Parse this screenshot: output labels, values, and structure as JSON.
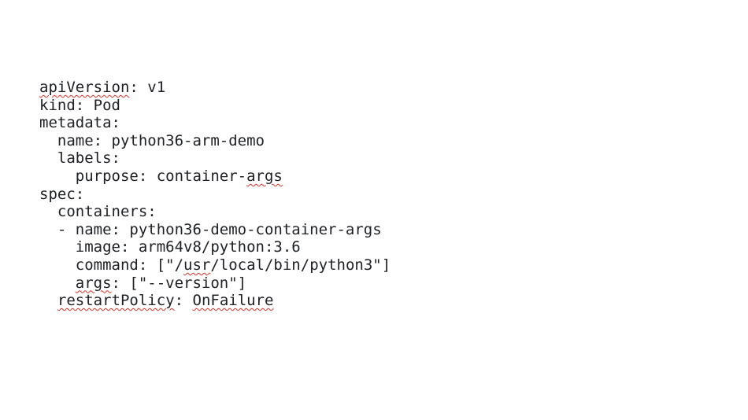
{
  "document": {
    "lines": [
      {
        "segments": [
          {
            "text": "apiVersion",
            "spell": true
          },
          {
            "text": ": v1"
          }
        ]
      },
      {
        "segments": [
          {
            "text": "kind: Pod"
          }
        ]
      },
      {
        "segments": [
          {
            "text": "metadata:"
          }
        ]
      },
      {
        "segments": [
          {
            "text": "  name: python36-arm-demo"
          }
        ]
      },
      {
        "segments": [
          {
            "text": "  labels:"
          }
        ]
      },
      {
        "segments": [
          {
            "text": "    purpose: container-"
          },
          {
            "text": "args",
            "spell": true
          }
        ]
      },
      {
        "segments": [
          {
            "text": "spec:"
          }
        ]
      },
      {
        "segments": [
          {
            "text": "  containers:"
          }
        ]
      },
      {
        "segments": [
          {
            "text": "  - name: python36-demo-container-args"
          }
        ]
      },
      {
        "segments": [
          {
            "text": "    image: arm64v8/python:3.6"
          }
        ]
      },
      {
        "segments": [
          {
            "text": "    command: [\"/"
          },
          {
            "text": "usr",
            "spell": true
          },
          {
            "text": "/local/bin/python3\"]"
          }
        ]
      },
      {
        "segments": [
          {
            "text": "    "
          },
          {
            "text": "args",
            "spell": true
          },
          {
            "text": ": [\"--version\"]"
          }
        ]
      },
      {
        "segments": [
          {
            "text": "  "
          },
          {
            "text": "restartPolicy",
            "spell": true
          },
          {
            "text": ": "
          },
          {
            "text": "OnFailure",
            "spell": true
          }
        ]
      }
    ]
  }
}
